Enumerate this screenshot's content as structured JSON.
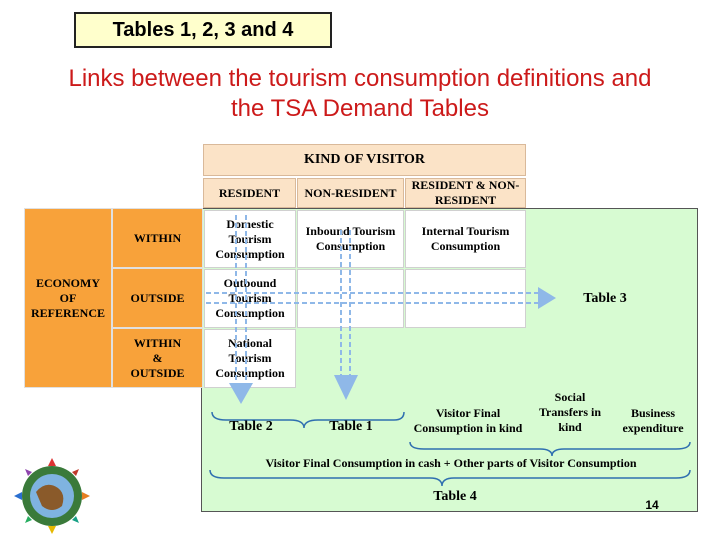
{
  "slide_title": "Tables 1, 2, 3 and 4",
  "slide_subtitle_line1": "Links between the tourism consumption definitions and",
  "slide_subtitle_line2": "the TSA Demand Tables",
  "header": {
    "kind_of_visitor": "KIND OF VISITOR",
    "resident": "RESIDENT",
    "non_resident": "NON-RESIDENT",
    "resident_and_non_resident_line1": "RESIDENT &  NON-",
    "resident_and_non_resident_line2": "RESIDENT"
  },
  "economy": {
    "line1": "ECONOMY",
    "line2": "OF",
    "line3": "REFERENCE",
    "within": "WITHIN",
    "outside": "OUTSIDE",
    "within_outside_line1": "WITHIN",
    "within_outside_line2": "&",
    "within_outside_line3": "OUTSIDE"
  },
  "cells": {
    "domestic": [
      "Domestic",
      "Tourism",
      "Consumption"
    ],
    "inbound": [
      "Inbound Tourism",
      "Consumption"
    ],
    "internal": [
      "Internal Tourism",
      "Consumption"
    ],
    "outbound": [
      "Outbound",
      "Tourism",
      "Consumption"
    ],
    "national": [
      "National",
      "Tourism",
      "Consumption"
    ]
  },
  "tables": {
    "table3": "Table 3",
    "table2": "Table 2",
    "table1": "Table 1",
    "table4": "Table 4"
  },
  "components": {
    "visitor_final_line1": "Visitor Final",
    "visitor_final_line2": "Consumption in kind",
    "social_transfers_line1": "Social",
    "social_transfers_line2": "Transfers in",
    "social_transfers_line3": "kind",
    "business_line1": "Business",
    "business_line2": "expenditure",
    "cash_line": "Visitor Final Consumption in cash + Other parts of Visitor Consumption"
  },
  "page_number": "14",
  "colors": {
    "title_bg": "#ffffcc",
    "subtitle": "#cc1a1a",
    "header_bg": "#fbe3c7",
    "orange": "#f8a23a",
    "green": "#d7fbd2",
    "arrow": "#8fb8e8"
  }
}
